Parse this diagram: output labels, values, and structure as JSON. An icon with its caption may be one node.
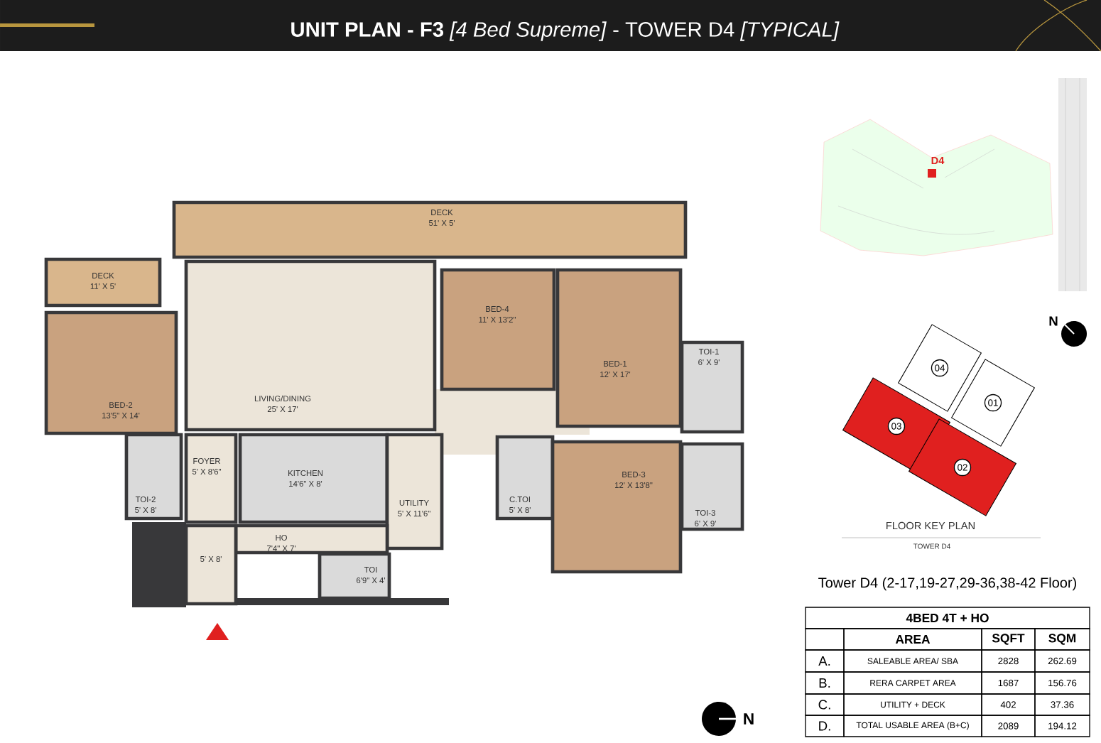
{
  "diagram": {
    "title": "**UNIT PLAN - F3** *[4 Bed Supreme]* - TOWER D4 *[TYPICAL]*",
    "nodes": [
      {
        "text": [
          "DECK",
          "51' X 5'"
        ]
      },
      {
        "text": [
          "DECK",
          "11' X 5'"
        ]
      },
      {
        "text": [
          "LIVING/DINING",
          "25' X 17'"
        ]
      },
      {
        "text": [
          "BED-4",
          "11' X 13'2\""
        ]
      },
      {
        "text": [
          "BED-1",
          "12' X 17'"
        ]
      },
      {
        "text": [
          "TOI-1",
          "6' X 9'"
        ]
      },
      {
        "text": [
          "BED-2",
          "13'5\" X 14'"
        ]
      },
      {
        "text": [
          "TOI-2",
          "5' X 8'"
        ]
      },
      {
        "text": [
          "FOYER",
          "5' X 8'6\""
        ]
      },
      {
        "text": [
          "KITCHEN",
          "14'6\" X 8'"
        ]
      },
      {
        "text": [
          "UTILITY",
          "5' X 11'6\""
        ]
      },
      {
        "text": [
          "C.TOI",
          "5' X 8'"
        ]
      },
      {
        "text": [
          "BED-3",
          "12' X 13'8\""
        ]
      },
      {
        "text": [
          "TOI-3",
          "6' X 9'"
        ]
      },
      {
        "text": [
          "HO",
          "7'4\" X 7'"
        ]
      },
      {
        "text": [
          "5' X 8'"
        ]
      },
      {
        "text": [
          "TOI",
          "6'9\" X 4'"
        ]
      },
      {
        "text": [
          "04"
        ]
      },
      {
        "text": [
          "01"
        ]
      },
      {
        "text": [
          "03"
        ]
      },
      {
        "text": [
          "02"
        ]
      }
    ],
    "labels": [
      "D4",
      "N",
      "FLOOR KEY PLAN",
      "TOWER D4",
      "Tower D4 (2-17,19-27,29-36,38-42 Floor)",
      "4BED 4T + HO",
      "AREA",
      "SQFT",
      "SQM",
      "A.",
      "SALEABLE AREA/ SBA",
      "2828",
      "262.69",
      "B.",
      "RERA CARPET AREA",
      "1687",
      "156.76",
      "C.",
      "UTILITY + DECK",
      "402",
      "37.36",
      "D.",
      "TOTAL USABLE AREA (B+C)",
      "2089",
      "194.12",
      "N"
    ]
  }
}
